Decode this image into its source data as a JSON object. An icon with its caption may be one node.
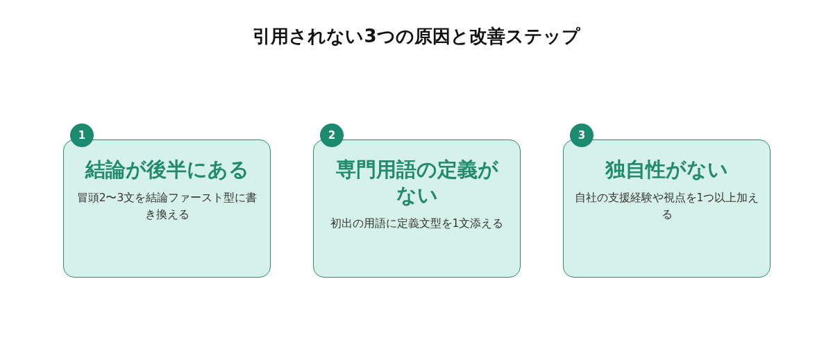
{
  "diagram": {
    "title": "引用されない3つの原因と改善ステップ",
    "nodes": [
      {
        "text": [
          "1"
        ]
      },
      {
        "text": [
          "結論が後半にある",
          "冒頭2〜3文を結論ファースト型に書き換える"
        ]
      },
      {
        "text": [
          "2"
        ]
      },
      {
        "text": [
          "専門用語の定義がない",
          "初出の用語に定義文型を1文添える"
        ]
      },
      {
        "text": [
          "3"
        ]
      },
      {
        "text": [
          "独自性がない",
          "自社の支援経験や視点を1つ以上加える"
        ]
      }
    ]
  }
}
